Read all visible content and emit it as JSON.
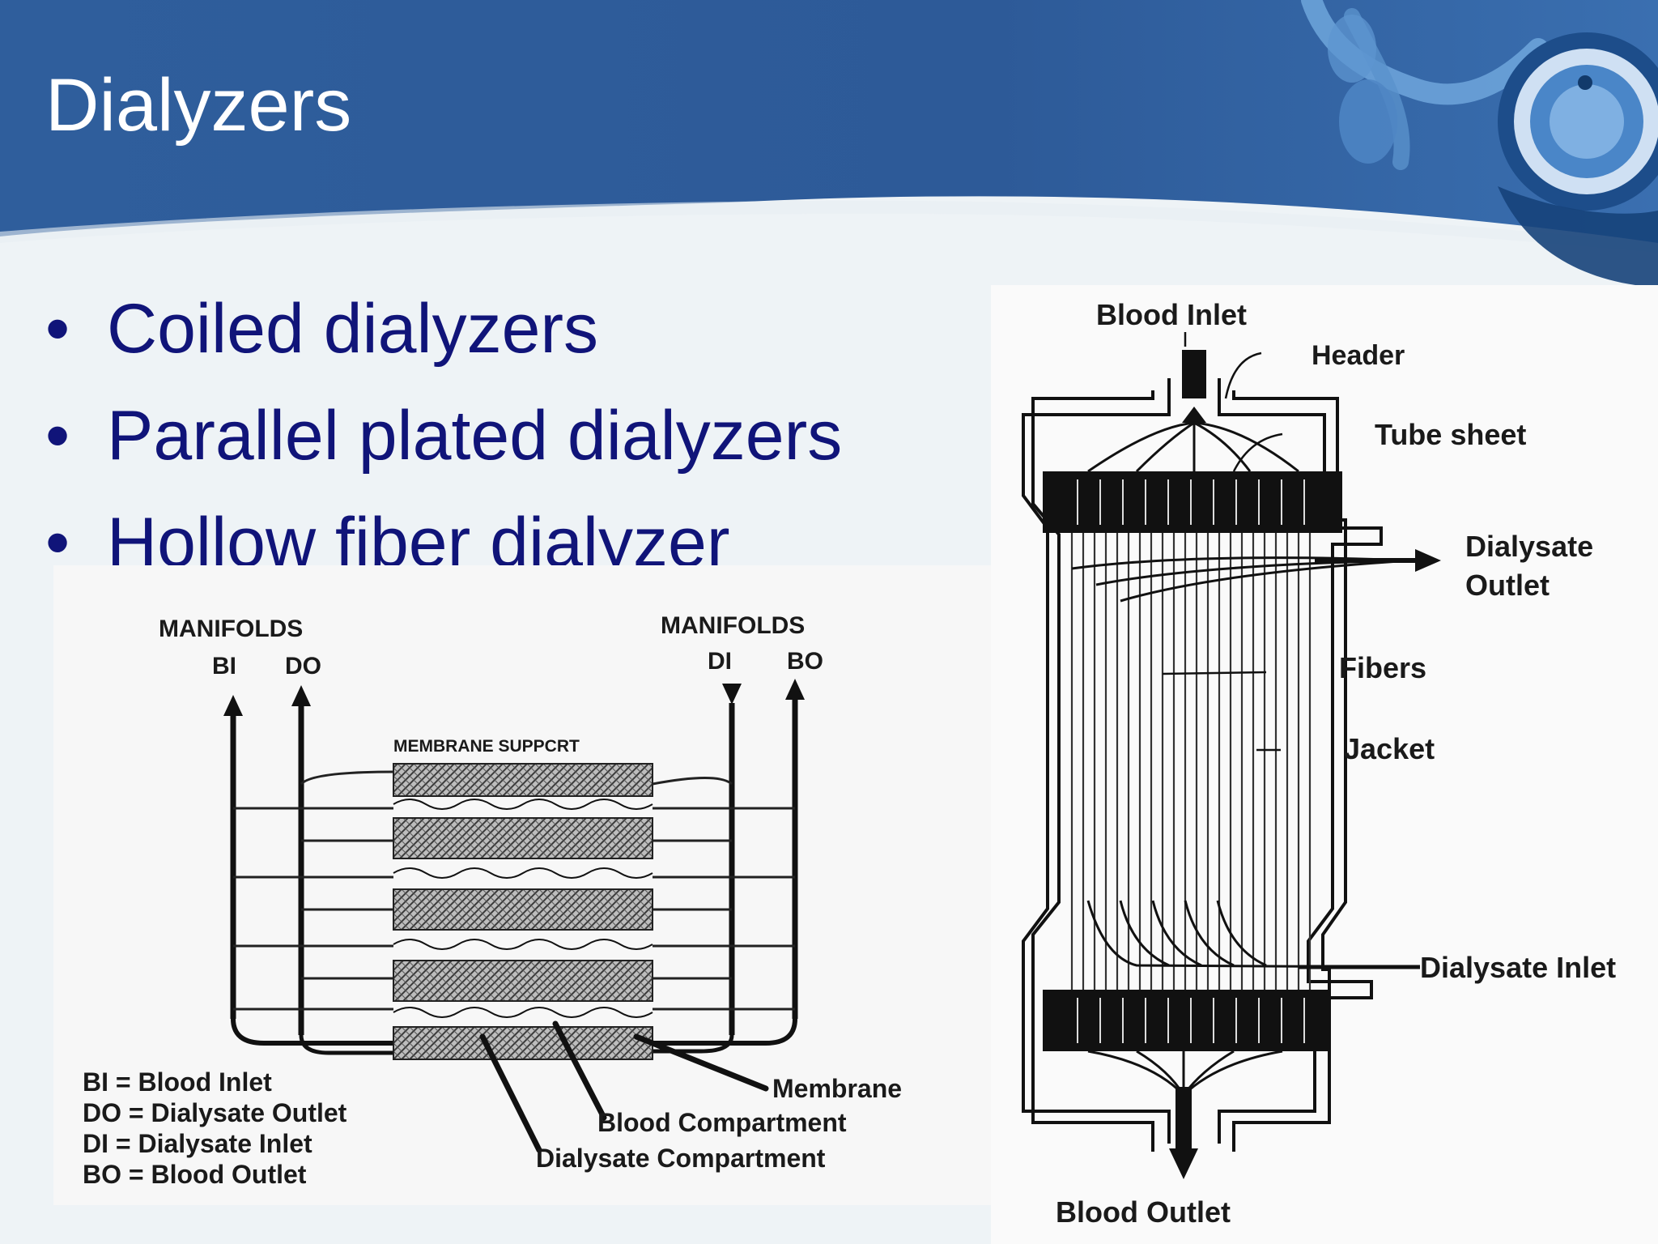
{
  "slide": {
    "title": "Dialyzers",
    "bullets": [
      "Coiled dialyzers",
      "Parallel plated dialyzers",
      "Hollow fiber dialyzer"
    ],
    "theme": {
      "banner": "#2f5e9c",
      "banner_dark": "#234c86",
      "bullet_text": "#101479",
      "background": "#eef3f6"
    },
    "decoration_icon": "stethoscope-icon"
  },
  "parallel_plate_figure": {
    "manifolds_left": "MANIFOLDS",
    "manifolds_right": "MANIFOLDS",
    "ports_left": [
      "BI",
      "DO"
    ],
    "ports_right": [
      "DI",
      "BO"
    ],
    "membrane_support": "MEMBRANE SUPPCRT",
    "legend": [
      "BI = Blood  Inlet",
      "DO = Dialysate Outlet",
      "DI = Dialysate Inlet",
      "BO = Blood Outlet"
    ],
    "callouts": {
      "membrane": "Membrane",
      "blood_compartment": "Blood Compartment",
      "dialysate_compartment": "Dialysate Compartment"
    }
  },
  "hollow_fiber_figure": {
    "blood_inlet": "Blood Inlet",
    "header": "Header",
    "tube_sheet": "Tube sheet",
    "dialysate_outlet_line1": "Dialysate",
    "dialysate_outlet_line2": "Outlet",
    "fibers": "Fibers",
    "jacket": "Jacket",
    "dialysate_inlet": "Dialysate Inlet",
    "blood_outlet": "Blood Outlet"
  }
}
